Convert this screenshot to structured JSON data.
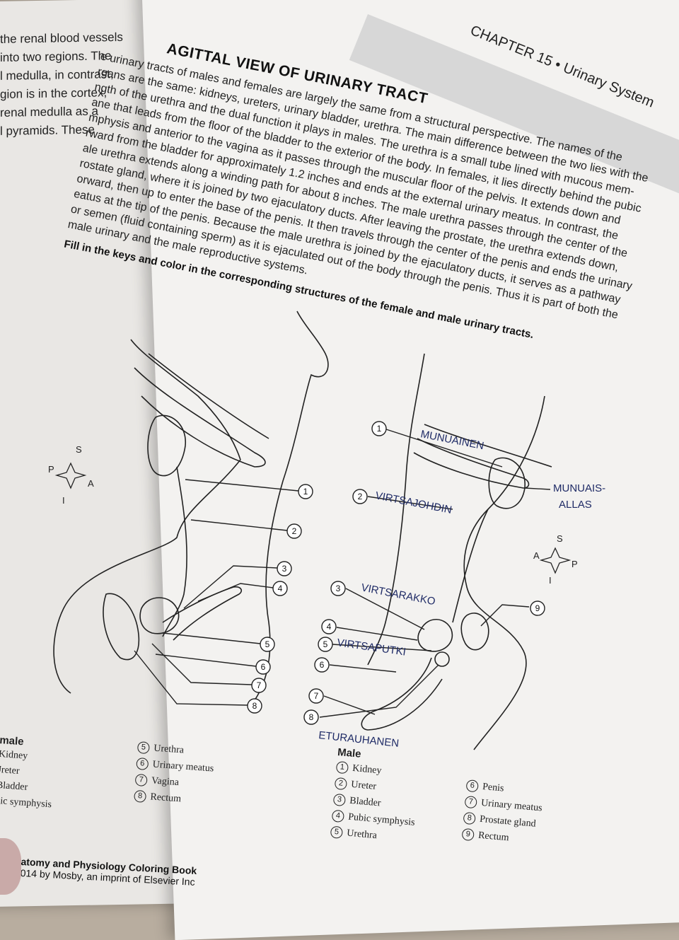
{
  "left_page": {
    "lines": [
      "the renal blood vessels",
      "into two regions. The",
      "l medulla, in contrast,",
      "gion is in the cortex,",
      "renal medulla as a",
      "l pyramids. These"
    ]
  },
  "header": {
    "chapter": "CHAPTER 15 • Urinary System"
  },
  "section": {
    "title": "AGITTAL VIEW OF URINARY TRACT"
  },
  "body_lines": [
    "e urinary tracts of males and females are largely the same from a structural perspective. The names of the",
    "rgans are the same: kidneys, ureters, urinary bladder, urethra. The main difference between the two lies with the",
    "ngth of the urethra and the dual function it plays in males. The urethra is a small tube lined with mucous mem-",
    "ane that leads from the floor of the bladder to the exterior of the body. In females, it lies directly behind the pubic",
    "mphysis and anterior to the vagina as it passes through the muscular floor of the pelvis. It extends down and",
    "rward from the bladder for approximately 1.2 inches and ends at the external urinary meatus. In contrast, the",
    "ale urethra extends along a winding path for about 8 inches. The male urethra passes through the center of the",
    "rostate gland, where it is joined by two ejaculatory ducts. After leaving the prostate, the urethra extends down,",
    "orward, then up to enter the base of the penis. It then travels through the center of the penis and ends the urinary",
    "eatus at the tip of the penis. Because the male urethra is joined by the ejaculatory ducts, it serves as a pathway",
    "or semen (fluid containing sperm) as it is ejaculated out of the body through the penis. Thus it is part of both the",
    "male urinary and the male reproductive systems."
  ],
  "instructions": "Fill in the keys and color in the corresponding structures of the female and male urinary tracts.",
  "female_diagram": {
    "compass": {
      "top": "S",
      "left": "P",
      "right": "A",
      "bottom": "I"
    },
    "markers": [
      "1",
      "2",
      "3",
      "4",
      "5",
      "6",
      "7",
      "8"
    ]
  },
  "male_diagram": {
    "compass": {
      "top": "S",
      "left": "A",
      "right": "P",
      "bottom": "I"
    },
    "markers": [
      "1",
      "2",
      "3",
      "4",
      "5",
      "6",
      "7",
      "8",
      "9"
    ],
    "handwritten": {
      "kidney": "MUNUAINEN",
      "renal_pelvis_1": "MUNUAIS-",
      "renal_pelvis_2": "ALLAS",
      "ureter": "VIRTSAJOHDIN",
      "bladder": "VIRTSARAKKO",
      "urethra": "VIRTSAPUTKI",
      "prostate": "ETURAUHANEN"
    }
  },
  "female_legend": {
    "title": "male",
    "col1": [
      "Kidney",
      "Jreter",
      "Bladder",
      "bic symphysis"
    ],
    "col2": [
      {
        "n": "5",
        "label": "Urethra"
      },
      {
        "n": "6",
        "label": "Urinary meatus"
      },
      {
        "n": "7",
        "label": "Vagina"
      },
      {
        "n": "8",
        "label": "Rectum"
      }
    ]
  },
  "male_legend": {
    "title": "Male",
    "col1": [
      {
        "n": "1",
        "label": "Kidney"
      },
      {
        "n": "2",
        "label": "Ureter"
      },
      {
        "n": "3",
        "label": "Bladder"
      },
      {
        "n": "4",
        "label": "Pubic symphysis"
      },
      {
        "n": "5",
        "label": "Urethra"
      }
    ],
    "col2": [
      {
        "n": "6",
        "label": "Penis"
      },
      {
        "n": "7",
        "label": "Urinary meatus"
      },
      {
        "n": "8",
        "label": "Prostate gland"
      },
      {
        "n": "9",
        "label": "Rectum"
      }
    ]
  },
  "footer": {
    "book": "atomy and Physiology Coloring Book",
    "copyright": "014 by Mosby, an imprint of Elsevier Inc"
  }
}
